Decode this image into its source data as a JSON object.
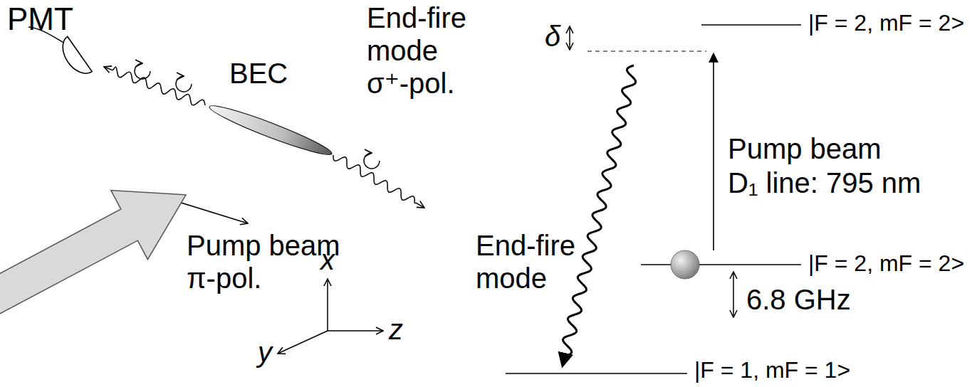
{
  "diagram": {
    "labels": [
      "PMT",
      "End-fire mode σ⁺-pol.",
      "BEC",
      "Pump beam π-pol.",
      "x",
      "y",
      "z",
      "δ",
      "|F = 2, mF = 2>",
      "Pump beam",
      "D₁ line: 795 nm",
      "End-fire mode",
      "|F = 2, mF = 2>",
      "6.8 GHz",
      "|F = 1, mF = 1>"
    ]
  }
}
